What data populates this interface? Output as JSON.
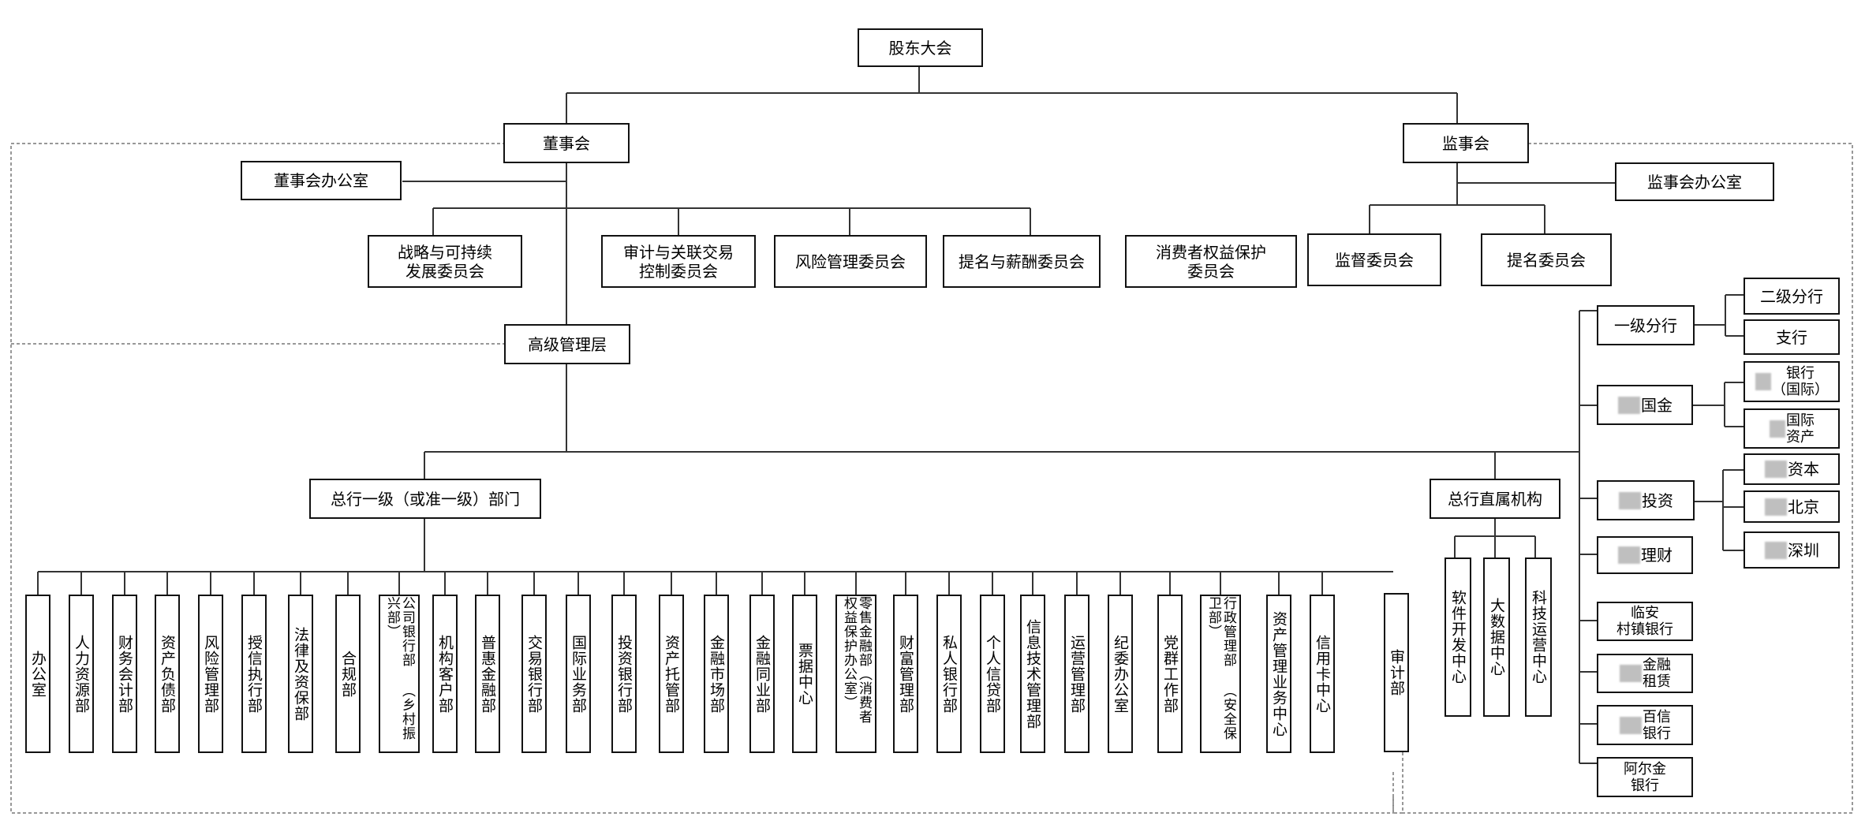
{
  "top": {
    "shareholders": "股东大会"
  },
  "board": {
    "title": "董事会",
    "office": "董事会办公室",
    "committees": [
      "战略与可持续\n发展委员会",
      "审计与关联交易\n控制委员会",
      "风险管理委员会",
      "提名与薪酬委员会",
      "消费者权益保护\n委员会"
    ]
  },
  "supervisory": {
    "title": "监事会",
    "office": "监事会办公室",
    "committees": [
      "监督委员会",
      "提名委员会"
    ]
  },
  "senior_management": "高级管理层",
  "hq_departments": {
    "title": "总行一级（或准一级）部门",
    "items": [
      "办公室",
      "人力资源部",
      "财务会计部",
      "资产负债部",
      "风险管理部",
      "授信执行部",
      "法律及资保部",
      "合规部",
      "公司银行部\n（乡村振兴部）",
      "机构客户部",
      "普惠金融部",
      "交易银行部",
      "国际业务部",
      "投资银行部",
      "资产托管部",
      "金融市场部",
      "金融同业部",
      "票据中心",
      "零售金融部（消费者\n权益保护办公室）",
      "财富管理部",
      "私人银行部",
      "个人信贷部",
      "信息技术管理部",
      "运营管理部",
      "纪委办公室",
      "党群工作部",
      "行政管理部\n（安全保卫部）",
      "资产管理业务中心",
      "信用卡中心"
    ],
    "audit": "审计部"
  },
  "direct_units": {
    "title": "总行直属机构",
    "items": [
      "软件开发中心",
      "大数据中心",
      "科技运营中心"
    ]
  },
  "subsidiaries": {
    "branch": "一级分行",
    "branch_children": [
      "二级分行",
      "支行"
    ],
    "finance": "国金",
    "finance_children": [
      "银行\n（国际）",
      "国际\n资产"
    ],
    "investment": "投资",
    "investment_children": [
      "资本",
      "北京",
      "深圳"
    ],
    "wealth": "理财",
    "rural_bank": "临安\n村镇银行",
    "leasing": "金融\n租赁",
    "baixin": "百信\n银行",
    "argentina": "阿尔金\n银行"
  }
}
